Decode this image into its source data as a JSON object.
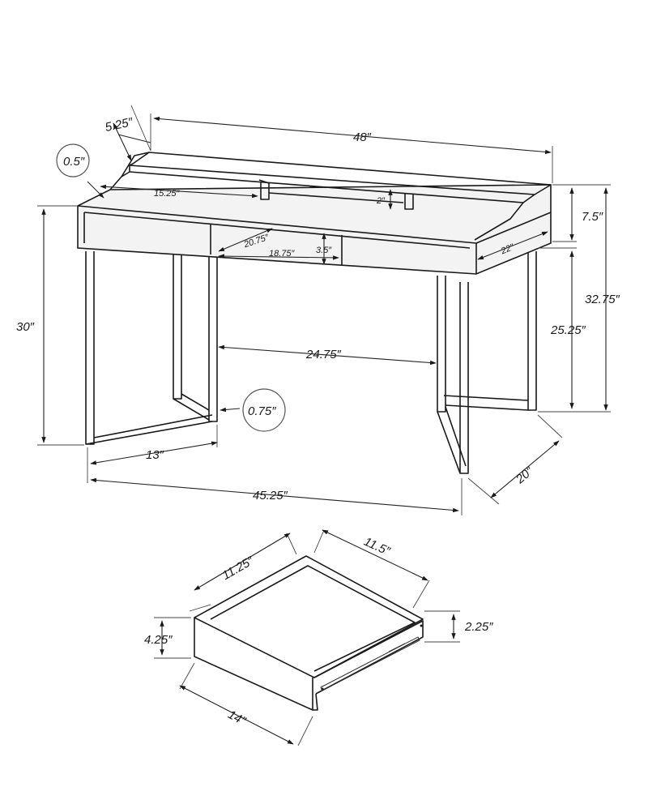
{
  "labels": {
    "width_48": "48″",
    "depth_5_25": "5.25″",
    "thick_0_5": "0.5″",
    "shelf_15_25": "15.25″",
    "shelf_2": "2″",
    "riser_7_5": "7.5″",
    "total_32_75": "32.75″",
    "depth_22": "22″",
    "drawer_20_75": "20.75″",
    "drawer_18_75": "18.75″",
    "drawer_3_5": "3.5″",
    "height_30": "30″",
    "between_24_75": "24.75″",
    "clear_25_25": "25.25″",
    "leg_0_75": "0.75″",
    "leg_13": "13″",
    "base_45_25": "45.25″",
    "base_20": "20″",
    "drw_11_25": "11.25″",
    "drw_11_5": "11.5″",
    "drw_4_25": "4.25″",
    "drw_2_25": "2.25″",
    "drw_14": "14″"
  }
}
